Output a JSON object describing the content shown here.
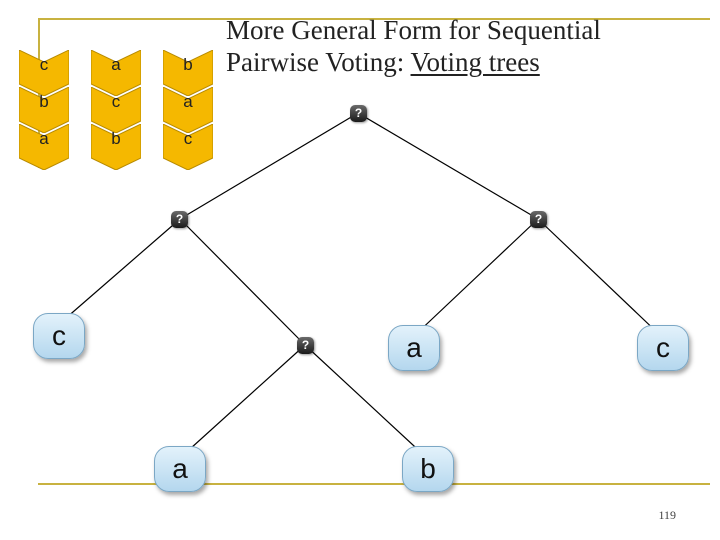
{
  "title": {
    "line1": "More General Form for Sequential",
    "line2_prefix": "Pairwise Voting: ",
    "line2_link": "Voting trees"
  },
  "preference_profile": [
    [
      "c",
      "b",
      "a"
    ],
    [
      "a",
      "c",
      "b"
    ],
    [
      "b",
      "a",
      "c"
    ]
  ],
  "tree": {
    "root": "?",
    "left_node": "?",
    "right_node": "?",
    "inner_node": "?",
    "leaves": {
      "far_left": "c",
      "inner_left": "a",
      "inner_right": "b",
      "right_left": "a",
      "far_right": "c"
    }
  },
  "page_number": "119",
  "colors": {
    "chevron": "#f5b800",
    "chevron_border": "#b78a00",
    "leaf_top": "#e3f2fb",
    "leaf_bottom": "#b4d7ee",
    "rule": "#c8b240"
  }
}
